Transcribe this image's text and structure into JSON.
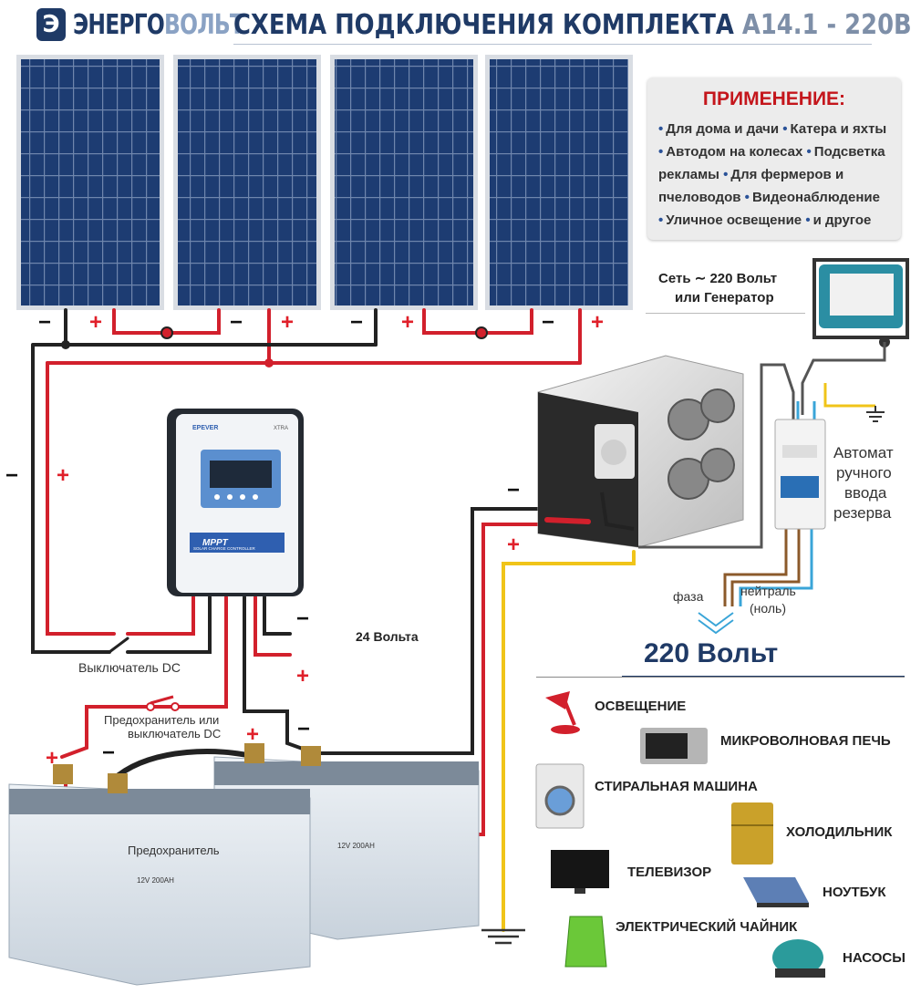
{
  "header": {
    "logo_letter": "Э",
    "brand_part1": "ЭНЕРГО",
    "brand_part2": "ВОЛЬТ",
    "title_main": "СХЕМА ПОДКЛЮЧЕНИЯ КОМПЛЕКТА",
    "title_model": "A14.1 - 220В"
  },
  "application": {
    "title": "ПРИМЕНЕНИЕ:",
    "lines": [
      [
        "Для дома и дачи",
        "Катера и яхты"
      ],
      [
        "Автодом на колесах",
        "Подсветка"
      ],
      [
        "рекламы",
        "Для фермеров и"
      ],
      [
        "пчеловодов",
        "Видеонаблюдение"
      ],
      [
        "Уличное освещение",
        "и другое"
      ]
    ],
    "bullets": [
      true,
      true,
      false,
      false,
      true
    ]
  },
  "labels": {
    "grid_line1": "Сеть ∼ 220 Вольт",
    "grid_line2": "или Генератор",
    "ats_line1": "Автомат",
    "ats_line2": "ручного",
    "ats_line3": "ввода",
    "ats_line4": "резерва",
    "phase": "фаза",
    "neutral_line1": "нейтраль",
    "neutral_line2": "(ноль)",
    "voltage_24": "24 Вольта",
    "dc_switch": "Выключатель DC",
    "fuse_switch_line1": "Предохранитель или",
    "fuse_switch_line2": "выключатель DC",
    "fuse": "Предохранитель",
    "output_220": "220 Вольт",
    "controller_brand": "EPEVER",
    "controller_series": "XTRA",
    "controller_mppt": "MPPT",
    "controller_sub": "SOLAR CHARGE CONTROLLER",
    "battery_label": "12V 200AH"
  },
  "appliances": [
    {
      "name": "ОСВЕЩЕНИЕ"
    },
    {
      "name": "МИКРОВОЛНОВАЯ ПЕЧЬ"
    },
    {
      "name": "СТИРАЛЬНАЯ МАШИНА"
    },
    {
      "name": "ХОЛОДИЛЬНИК"
    },
    {
      "name": "ТЕЛЕВИЗОР"
    },
    {
      "name": "НОУТБУК"
    },
    {
      "name": "ЭЛЕКТРИЧЕСКИЙ ЧАЙНИК"
    },
    {
      "name": "НАСОСЫ"
    }
  ],
  "signs": {
    "plus": "+",
    "minus": "−"
  },
  "colors": {
    "brand": "#1f3a66",
    "wire_red": "#d2202c",
    "wire_black": "#222222",
    "wire_yellow": "#f0c419",
    "wire_blue": "#3aa5d8",
    "wire_brown": "#8b5a2b",
    "panel_cell": "#1d3c72"
  }
}
